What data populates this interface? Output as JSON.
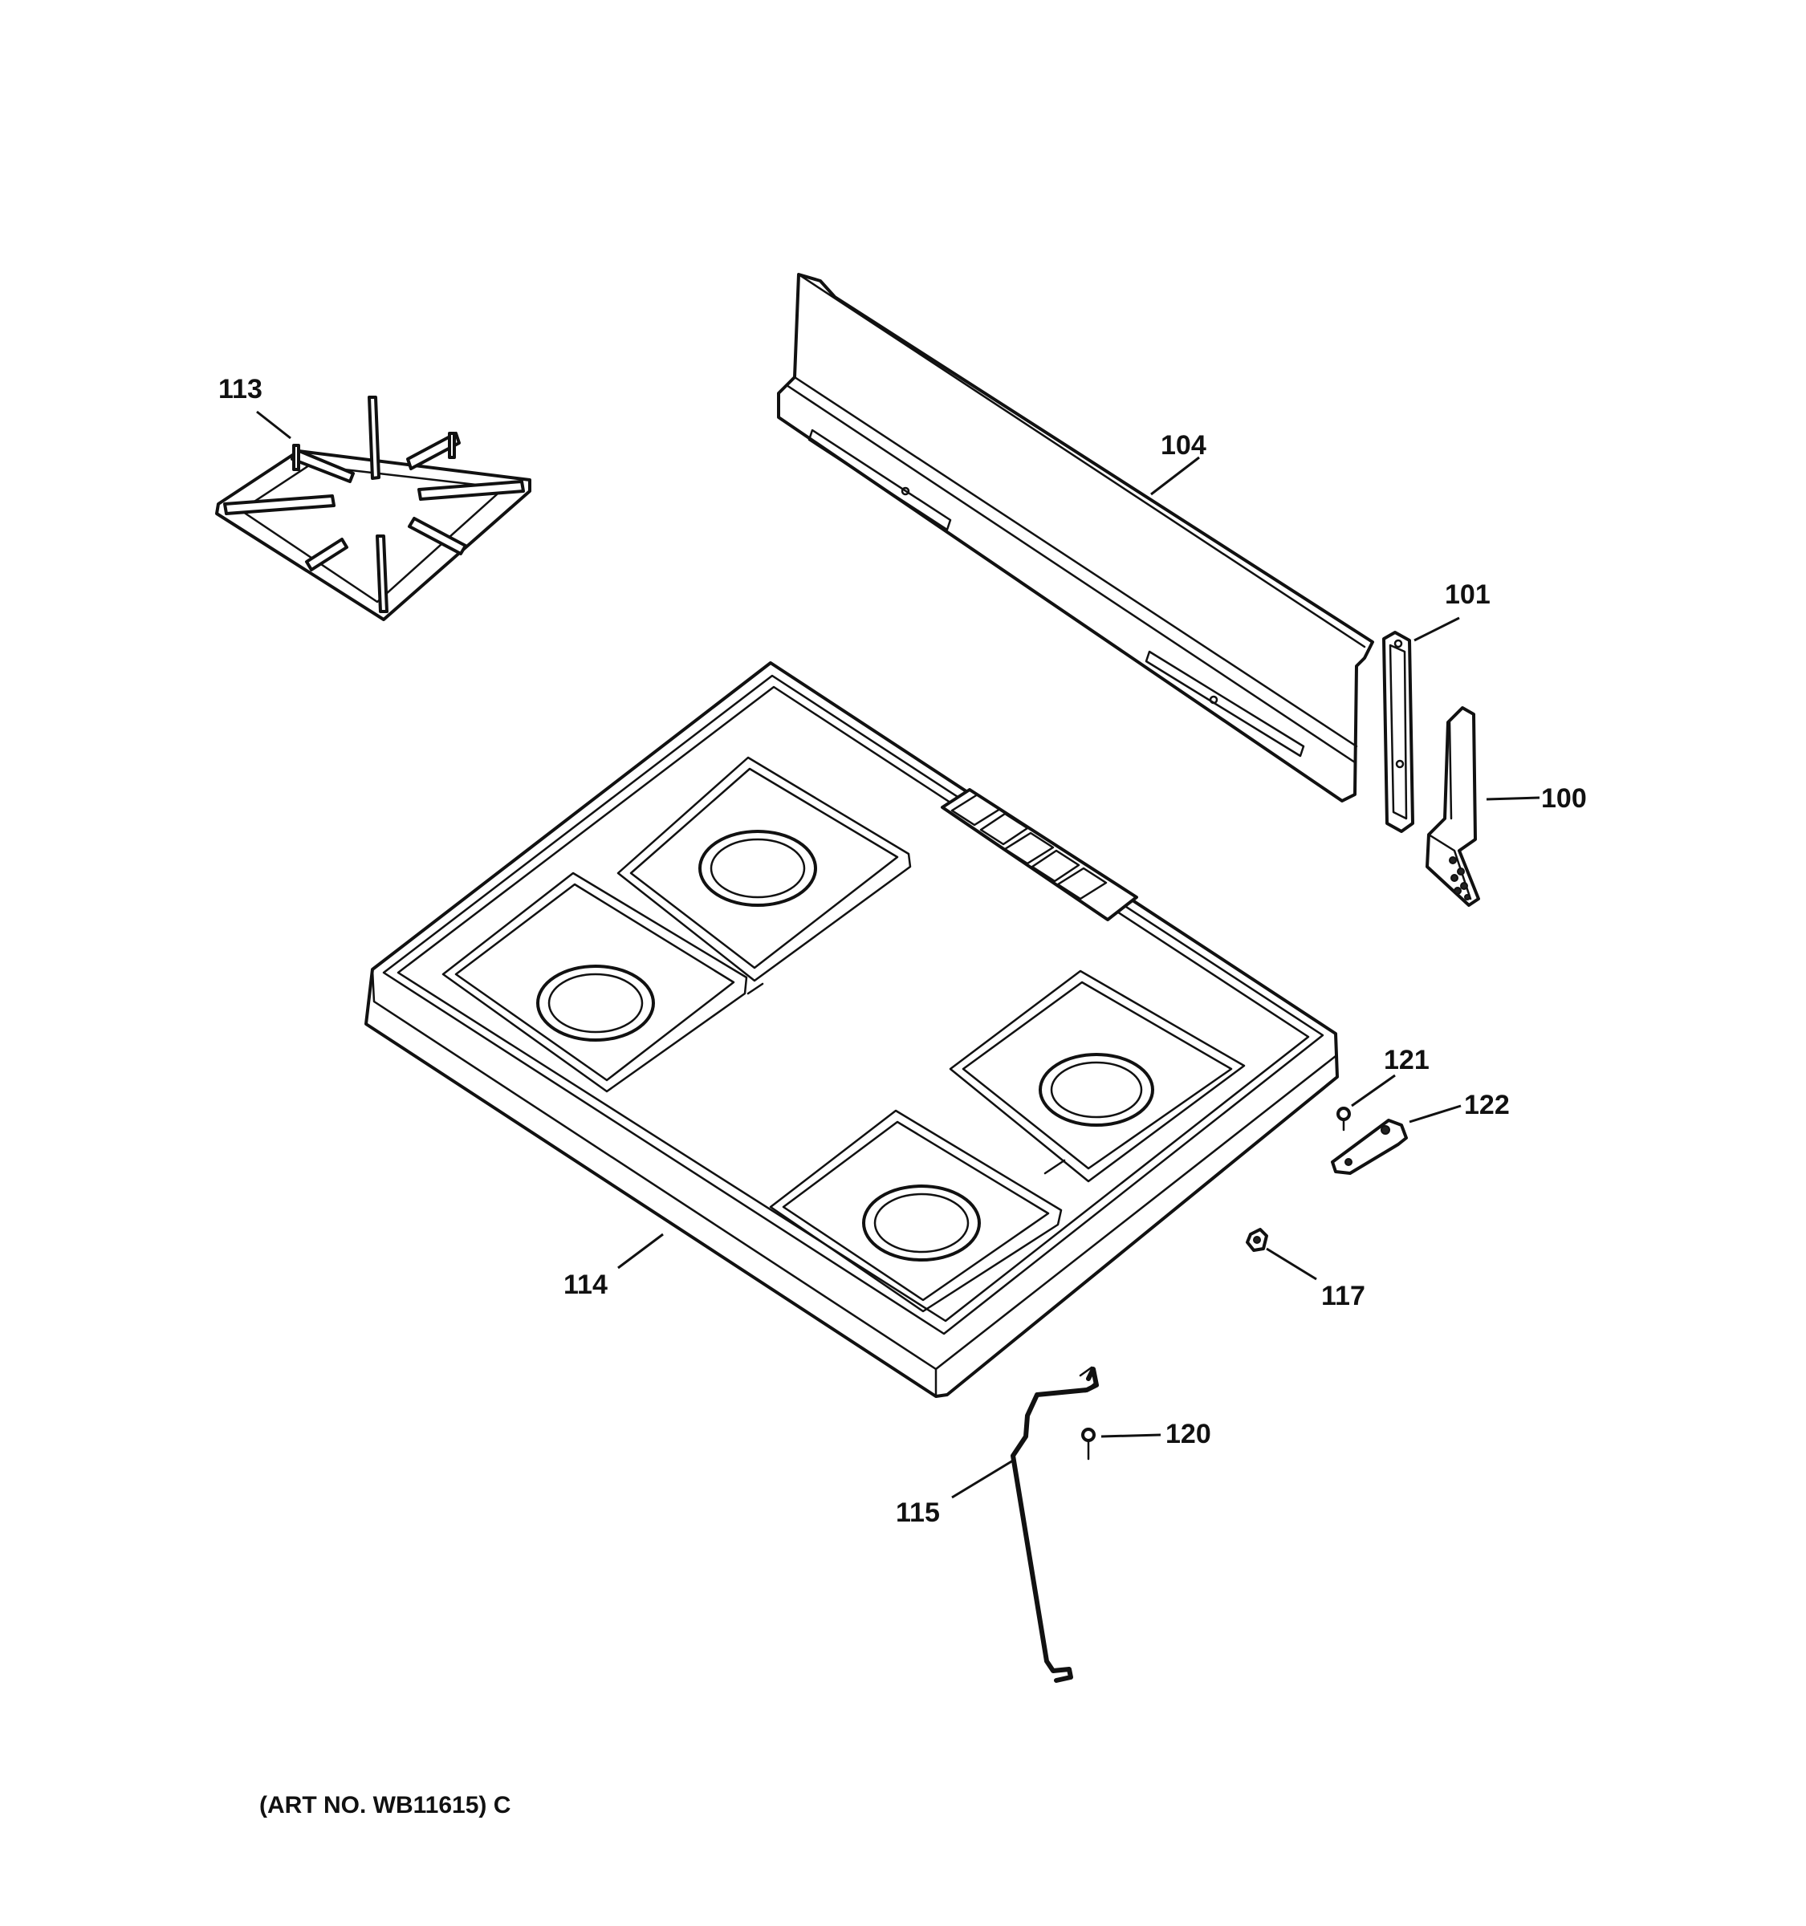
{
  "parts": [
    {
      "id": "p100",
      "callout": "100"
    },
    {
      "id": "p101",
      "callout": "101"
    },
    {
      "id": "p104",
      "callout": "104"
    },
    {
      "id": "p113",
      "callout": "113"
    },
    {
      "id": "p114",
      "callout": "114"
    },
    {
      "id": "p115",
      "callout": "115"
    },
    {
      "id": "p117",
      "callout": "117"
    },
    {
      "id": "p120",
      "callout": "120"
    },
    {
      "id": "p121",
      "callout": "121"
    },
    {
      "id": "p122",
      "callout": "122"
    }
  ],
  "art_number": "(ART NO. WB11615) C"
}
